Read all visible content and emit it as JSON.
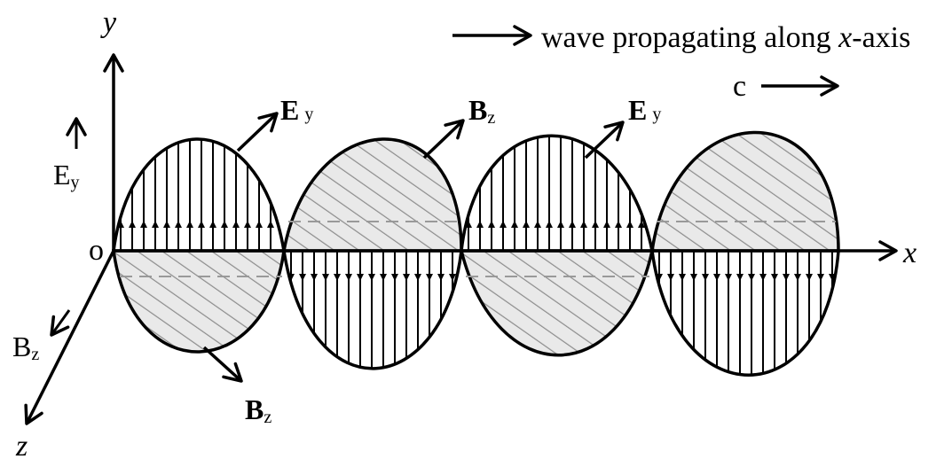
{
  "axes": {
    "y": "y",
    "x": "x",
    "z": "z",
    "origin": "o"
  },
  "legend": {
    "ey_main": "E",
    "ey_sub": "y",
    "bz_main": "B",
    "bz_sub": "z"
  },
  "caption": {
    "text": "wave propagating along ",
    "axis": "x",
    "suffix": "-axis"
  },
  "speed": "c",
  "field_labels": [
    {
      "main": "E",
      "sub": "y"
    },
    {
      "main": "B",
      "sub": "z"
    },
    {
      "main": "E",
      "sub": "y"
    },
    {
      "main": "B",
      "sub": "z"
    }
  ],
  "colors": {
    "line": "#000000",
    "hatch": "#8c8c8c",
    "fill": "#e6e6e6"
  }
}
